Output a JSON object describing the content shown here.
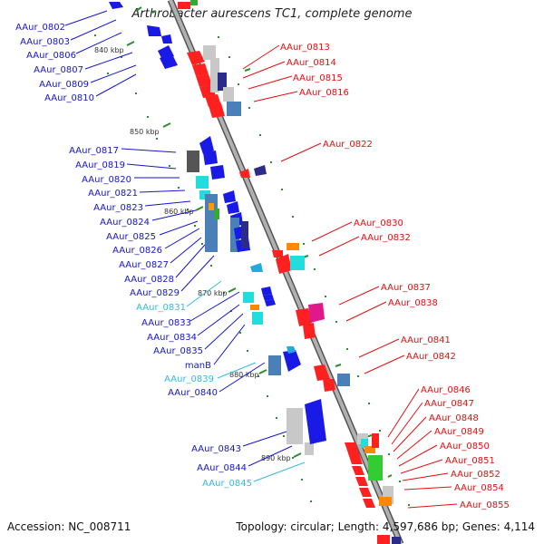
{
  "title": "Arthrobacter aurescens TC1, complete genome",
  "footer": {
    "accession": "Accession: NC_008711",
    "summary": "Topology: circular; Length: 4,597,686 bp; Genes: 4,114"
  },
  "colors": {
    "backbone": "#999999",
    "scale": "#2e8b2e",
    "left_label": "#1616c8",
    "left_label_light": "#33bbdd",
    "right_label": "#e01010"
  },
  "scale_labels": [
    "840 kbp",
    "850 kbp",
    "860 kbp",
    "870 kbp",
    "880 kbp",
    "890 kbp"
  ],
  "left_labels": [
    {
      "text": "AAur_0802",
      "color": "#1616c8"
    },
    {
      "text": "AAur_0803",
      "color": "#1616c8"
    },
    {
      "text": "AAur_0806",
      "color": "#1616c8"
    },
    {
      "text": "AAur_0807",
      "color": "#1616c8"
    },
    {
      "text": "AAur_0809",
      "color": "#1616c8"
    },
    {
      "text": "AAur_0810",
      "color": "#1616c8"
    },
    {
      "text": "AAur_0817",
      "color": "#1616c8"
    },
    {
      "text": "AAur_0819",
      "color": "#1616c8"
    },
    {
      "text": "AAur_0820",
      "color": "#1616c8"
    },
    {
      "text": "AAur_0821",
      "color": "#1616c8"
    },
    {
      "text": "AAur_0823",
      "color": "#1616c8"
    },
    {
      "text": "AAur_0824",
      "color": "#1616c8"
    },
    {
      "text": "AAur_0825",
      "color": "#1616c8"
    },
    {
      "text": "AAur_0826",
      "color": "#1616c8"
    },
    {
      "text": "AAur_0827",
      "color": "#1616c8"
    },
    {
      "text": "AAur_0828",
      "color": "#1616c8"
    },
    {
      "text": "AAur_0829",
      "color": "#1616c8"
    },
    {
      "text": "AAur_0831",
      "color": "#33bbdd"
    },
    {
      "text": "AAur_0833",
      "color": "#1616c8"
    },
    {
      "text": "AAur_0834",
      "color": "#1616c8"
    },
    {
      "text": "AAur_0835",
      "color": "#1616c8"
    },
    {
      "text": "manB",
      "color": "#1616c8"
    },
    {
      "text": "AAur_0839",
      "color": "#33bbdd"
    },
    {
      "text": "AAur_0840",
      "color": "#1616c8"
    },
    {
      "text": "AAur_0843",
      "color": "#1616c8"
    },
    {
      "text": "AAur_0844",
      "color": "#1616c8"
    },
    {
      "text": "AAur_0845",
      "color": "#33bbdd"
    }
  ],
  "right_labels": [
    {
      "text": "AAur_0813"
    },
    {
      "text": "AAur_0814"
    },
    {
      "text": "AAur_0815"
    },
    {
      "text": "AAur_0816"
    },
    {
      "text": "AAur_0822"
    },
    {
      "text": "AAur_0830"
    },
    {
      "text": "AAur_0832"
    },
    {
      "text": "AAur_0837"
    },
    {
      "text": "AAur_0838"
    },
    {
      "text": "AAur_0841"
    },
    {
      "text": "AAur_0842"
    },
    {
      "text": "AAur_0846"
    },
    {
      "text": "AAur_0847"
    },
    {
      "text": "AAur_0848"
    },
    {
      "text": "AAur_0849"
    },
    {
      "text": "AAur_0850"
    },
    {
      "text": "AAur_0851"
    },
    {
      "text": "AAur_0852"
    },
    {
      "text": "AAur_0854"
    },
    {
      "text": "AAur_0855"
    }
  ]
}
